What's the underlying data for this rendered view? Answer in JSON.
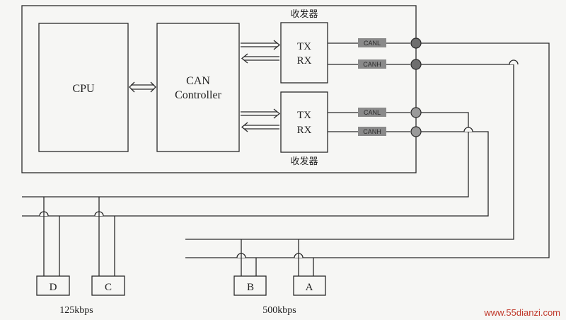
{
  "labels": {
    "cpu": "CPU",
    "can_line1": "CAN",
    "can_line2": "Controller",
    "transceiver": "收发器",
    "tx": "TX",
    "rx": "RX",
    "canl": "CANL",
    "canh": "CANH",
    "node_d": "D",
    "node_c": "C",
    "node_b": "B",
    "node_a": "A",
    "rate_low": "125kbps",
    "rate_high": "500kbps",
    "watermark": "www.55dianzi.com"
  },
  "colors": {
    "line": "#2a2a2a",
    "connector_dark": "#6e6e6e",
    "connector_light": "#9a9a9a",
    "tag": "#8a8a8a",
    "watermark": "#c0392b"
  }
}
